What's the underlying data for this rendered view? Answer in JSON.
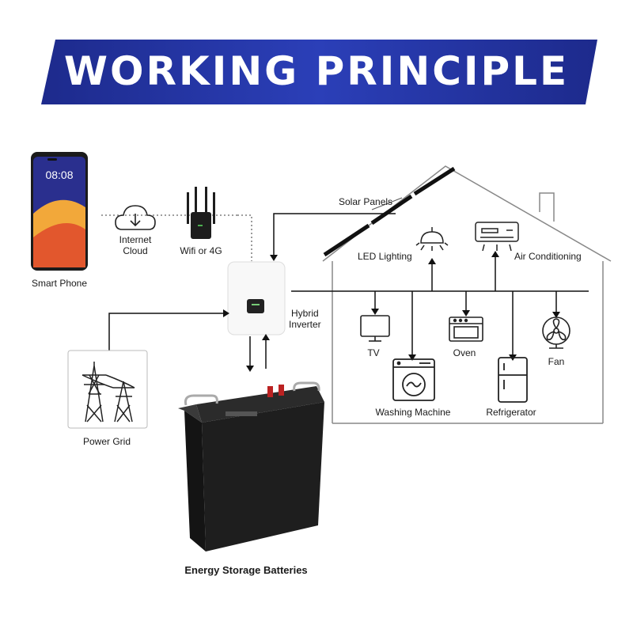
{
  "title": "WORKING PRINCIPLE",
  "phone": {
    "time": "08:08",
    "label": "Smart Phone"
  },
  "cloud": {
    "label_line1": "Internet",
    "label_line2": "Cloud"
  },
  "router": {
    "label": "Wifi or 4G"
  },
  "solar": {
    "label": "Solar Panels"
  },
  "inverter": {
    "label_line1": "Hybrid",
    "label_line2": "Inverter"
  },
  "grid": {
    "label": "Power Grid"
  },
  "battery": {
    "label": "Energy Storage Batteries"
  },
  "appliances": {
    "led": "LED Lighting",
    "ac": "Air Conditioning",
    "tv": "TV",
    "oven": "Oven",
    "fan": "Fan",
    "washer": "Washing Machine",
    "fridge": "Refrigerator"
  },
  "colors": {
    "banner_dark": "#1d2a8c",
    "banner_light": "#2f47c8",
    "line": "#222222"
  }
}
